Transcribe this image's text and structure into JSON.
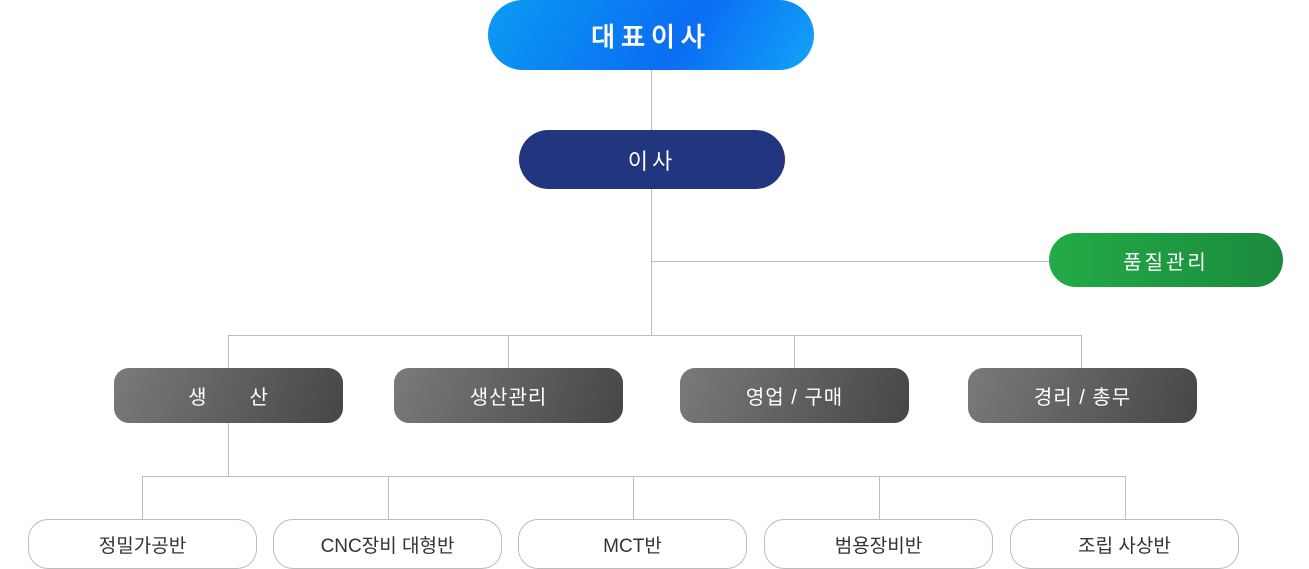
{
  "ceo": {
    "label": "대표이사"
  },
  "director": {
    "label": "이사"
  },
  "quality": {
    "label": "품질관리"
  },
  "departments": [
    {
      "label": "생　　산"
    },
    {
      "label": "생산관리"
    },
    {
      "label": "영업 / 구매"
    },
    {
      "label": "경리 / 총무"
    }
  ],
  "teams": [
    {
      "label": "정밀가공반"
    },
    {
      "label": "CNC장비 대형반"
    },
    {
      "label": "MCT반"
    },
    {
      "label": "범용장비반"
    },
    {
      "label": "조립 사상반"
    }
  ],
  "colors": {
    "ceo": "#0a7ff3",
    "director": "#22367f",
    "quality": "#1f9e43",
    "department": "#5e5e5e",
    "line": "#bdbdbd"
  }
}
